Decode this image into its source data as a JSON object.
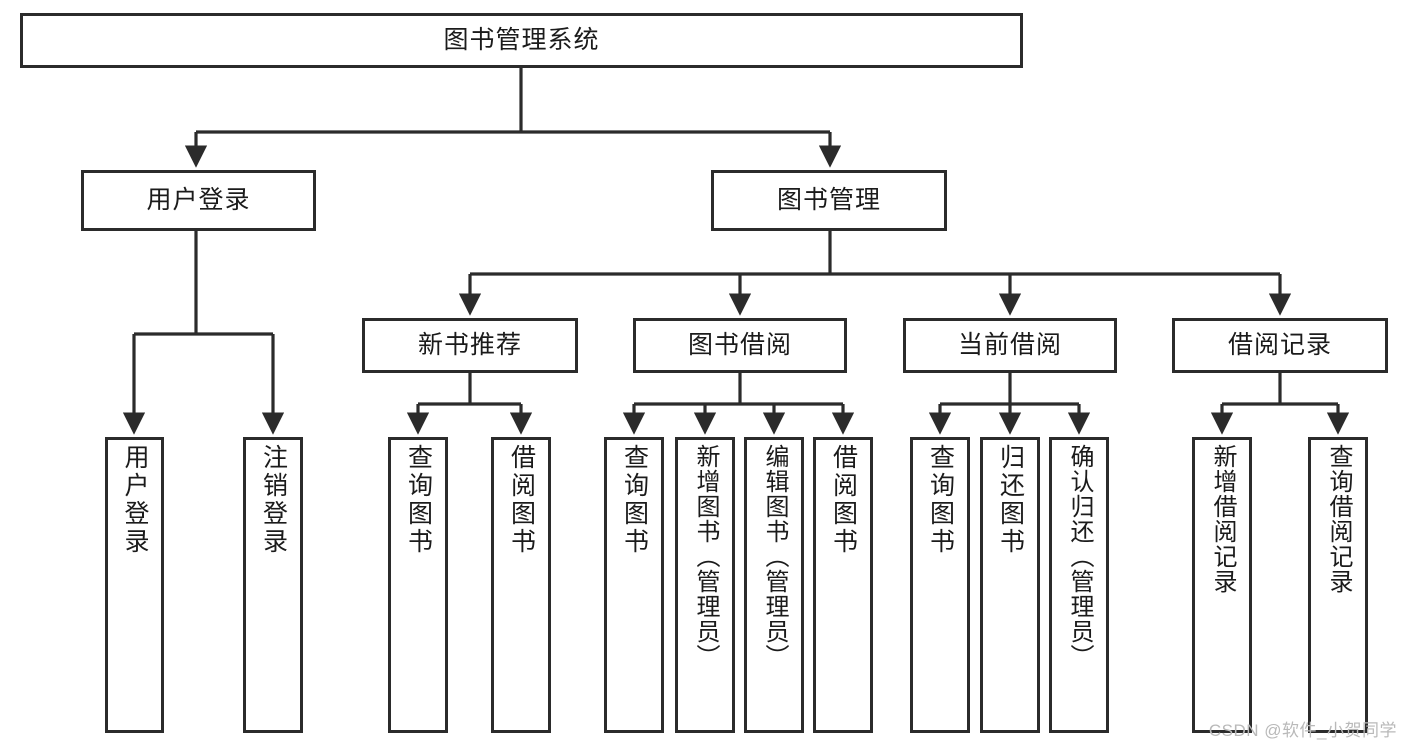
{
  "diagram": {
    "title_node": {
      "label": "图书管理系统"
    },
    "level2": [
      {
        "label": "用户登录"
      },
      {
        "label": "图书管理"
      }
    ],
    "level3": [
      {
        "label": "新书推荐"
      },
      {
        "label": "图书借阅"
      },
      {
        "label": "当前借阅"
      },
      {
        "label": "借阅记录"
      }
    ],
    "leaves": [
      {
        "label": "用户登录"
      },
      {
        "label": "注销登录"
      },
      {
        "label": "查询图书"
      },
      {
        "label": "借阅图书"
      },
      {
        "label": "查询图书"
      },
      {
        "label": "新增图书（管理员）"
      },
      {
        "label": "编辑图书（管理员）"
      },
      {
        "label": "借阅图书"
      },
      {
        "label": "查询图书"
      },
      {
        "label": "归还图书"
      },
      {
        "label": "确认归还（管理员）"
      },
      {
        "label": "新增借阅记录"
      },
      {
        "label": "查询借阅记录"
      }
    ]
  },
  "watermark": {
    "text": "CSDN @软件_小贺同学"
  },
  "colors": {
    "stroke": "#2b2b2b",
    "fill": "#ffffff",
    "text": "#1b1b1b",
    "watermark": "#b9b9b9"
  }
}
